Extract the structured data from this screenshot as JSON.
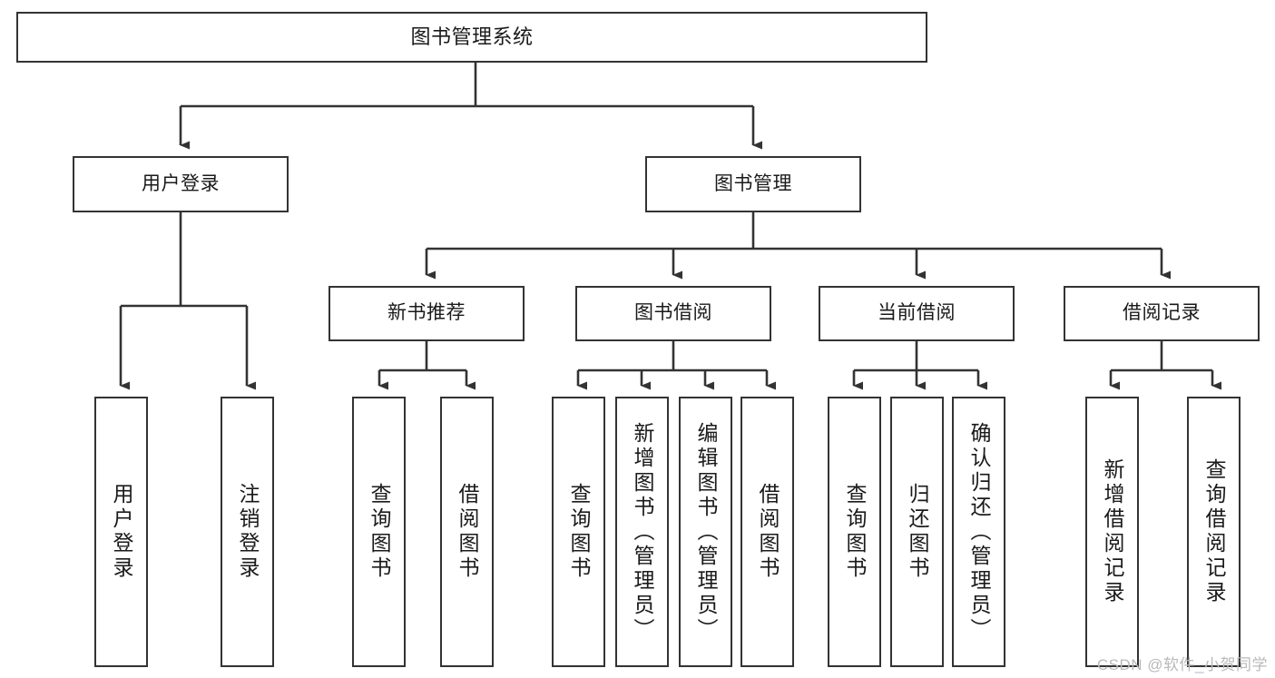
{
  "diagram": {
    "type": "tree",
    "title": "图书管理系统",
    "watermark": "CSDN @软件_小贺同学",
    "colors": {
      "box_border": "#333333",
      "box_fill": "#ffffff",
      "connector": "#333333",
      "text": "#1a1a1a",
      "watermark": "#b9b9b9"
    },
    "root": {
      "label": "图书管理系统"
    },
    "level2": [
      {
        "label": "用户登录"
      },
      {
        "label": "图书管理"
      }
    ],
    "level3": [
      {
        "label": "新书推荐"
      },
      {
        "label": "图书借阅"
      },
      {
        "label": "当前借阅"
      },
      {
        "label": "借阅记录"
      }
    ],
    "leaves": {
      "user_login": [
        {
          "label": "用户登录"
        },
        {
          "label": "注销登录"
        }
      ],
      "new_book_recommend": [
        {
          "label": "查询图书"
        },
        {
          "label": "借阅图书"
        }
      ],
      "book_borrow": [
        {
          "label": "查询图书"
        },
        {
          "label": "新增图书（管理员）"
        },
        {
          "label": "编辑图书（管理员）"
        },
        {
          "label": "借阅图书"
        }
      ],
      "current_borrow": [
        {
          "label": "查询图书"
        },
        {
          "label": "归还图书"
        },
        {
          "label": "确认归还（管理员）"
        }
      ],
      "borrow_records": [
        {
          "label": "新增借阅记录"
        },
        {
          "label": "查询借阅记录"
        }
      ]
    }
  }
}
